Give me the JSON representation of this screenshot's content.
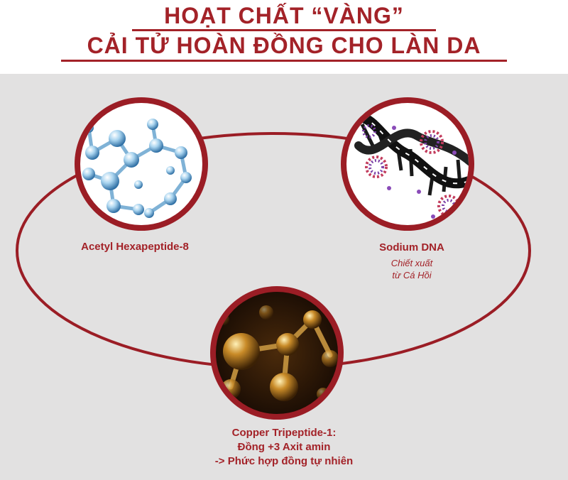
{
  "header": {
    "title_line1": "HOẠT CHẤT “VÀNG”",
    "title_line2": "CẢI TỬ HOÀN ĐỒNG CHO LÀN DA"
  },
  "ingredients": [
    {
      "name": "Acetyl Hexapeptide-8",
      "icon": "blue-molecule-icon"
    },
    {
      "name": "Sodium DNA",
      "subtitle_line1": "Chiết xuất",
      "subtitle_line2": "từ Cá Hồi",
      "icon": "dna-helix-icon"
    },
    {
      "name_line1": "Copper Tripeptide-1:",
      "name_line2": "Đồng +3 Axit amin",
      "name_line3": "-> Phức hợp đồng tự nhiên",
      "icon": "copper-molecule-icon"
    }
  ],
  "colors": {
    "accent": "#a32228",
    "background": "#e2e1e1",
    "header_background": "#ffffff"
  }
}
